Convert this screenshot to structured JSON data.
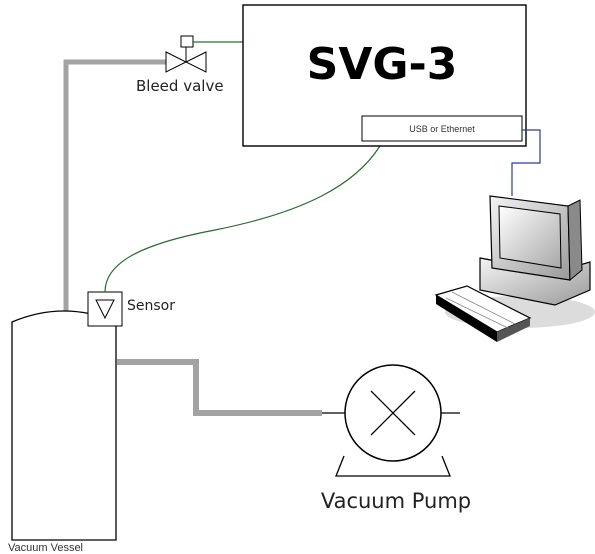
{
  "controller": {
    "title": "SVG-3",
    "interface_label": "USB or Ethernet"
  },
  "bleed_valve": {
    "label": "Bleed valve"
  },
  "sensor": {
    "label": "Sensor"
  },
  "vacuum_pump": {
    "label": "Vacuum Pump"
  },
  "vacuum_vessel": {
    "label": "Vacuum Vessel"
  },
  "colors": {
    "signal_wire": "#2d6a2d",
    "data_cable": "#2a3a9a",
    "pipe": "#a3a3a3",
    "outline": "#000000"
  }
}
